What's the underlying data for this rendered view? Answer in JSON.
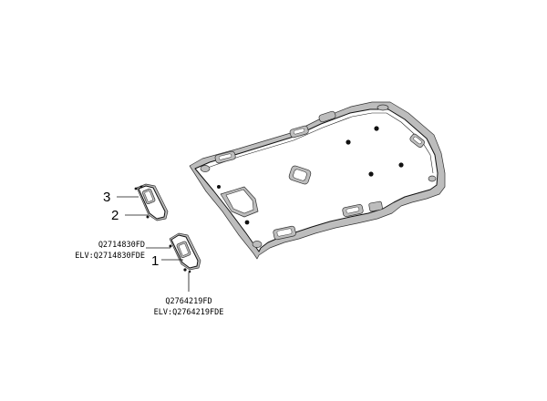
{
  "callouts": {
    "one": "1",
    "two": "2",
    "three": "3"
  },
  "part_codes": {
    "upper_code": "Q2714830FD",
    "upper_elv": "ELV:Q2714830FDE",
    "lower_code": "Q2764219FD",
    "lower_elv": "ELV:Q2764219FDE"
  },
  "colors": {
    "line": "#111111",
    "shade": "#bdbdbd",
    "background": "#ffffff"
  }
}
